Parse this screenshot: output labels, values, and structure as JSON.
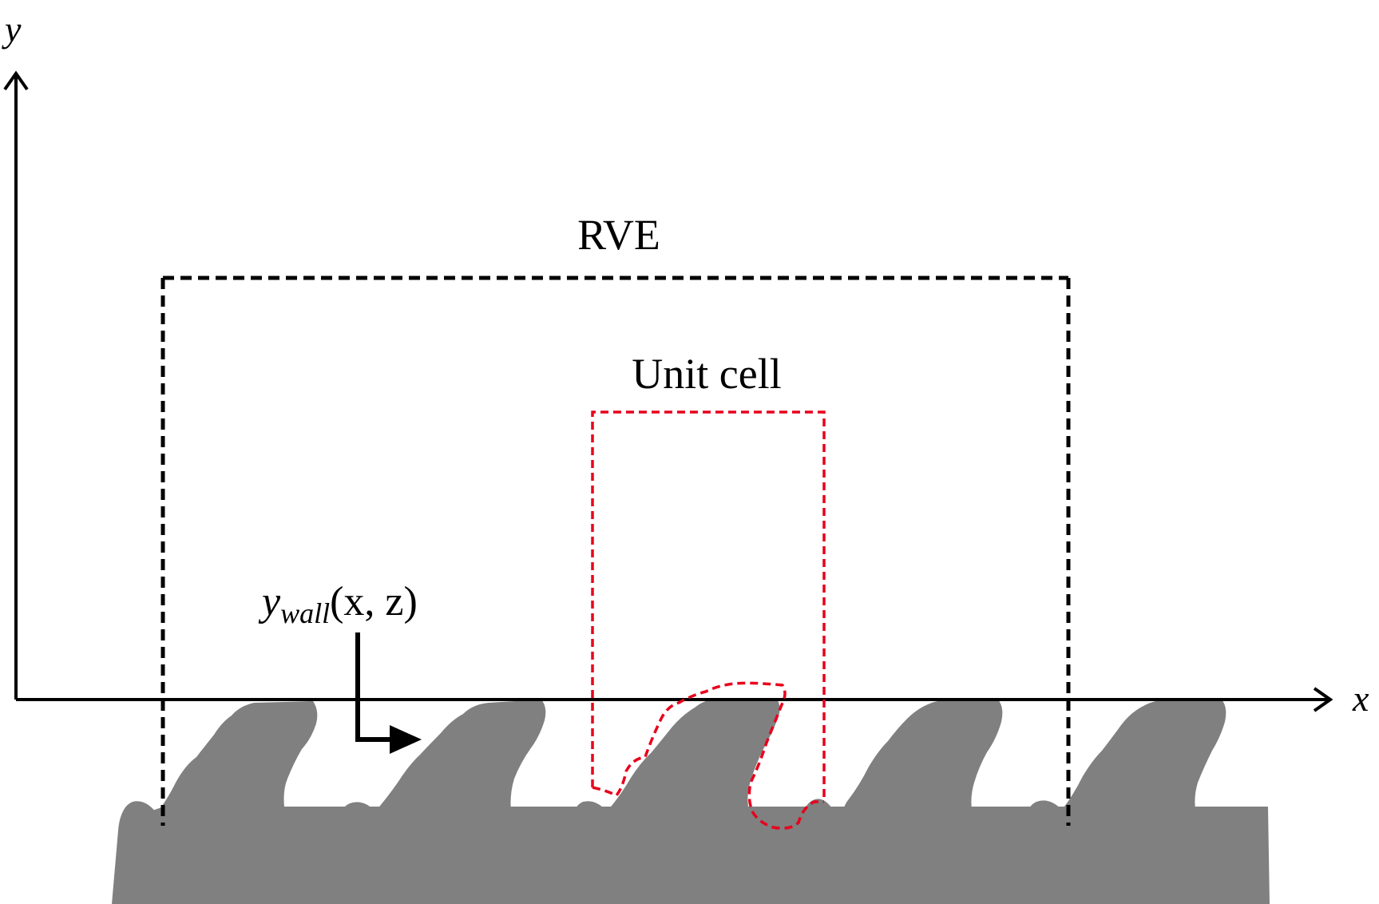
{
  "axes": {
    "y_label": "y",
    "x_label": "x"
  },
  "rve": {
    "label": "RVE"
  },
  "unit_cell": {
    "label": "Unit cell"
  },
  "wall_label": {
    "symbol": "y",
    "subscript": "wall",
    "args": "(x, z)"
  },
  "colors": {
    "axis": "#000000",
    "rve_box": "#000000",
    "unit_cell_box": "#e8001c",
    "roughness": "#808080",
    "background": "#ffffff"
  }
}
